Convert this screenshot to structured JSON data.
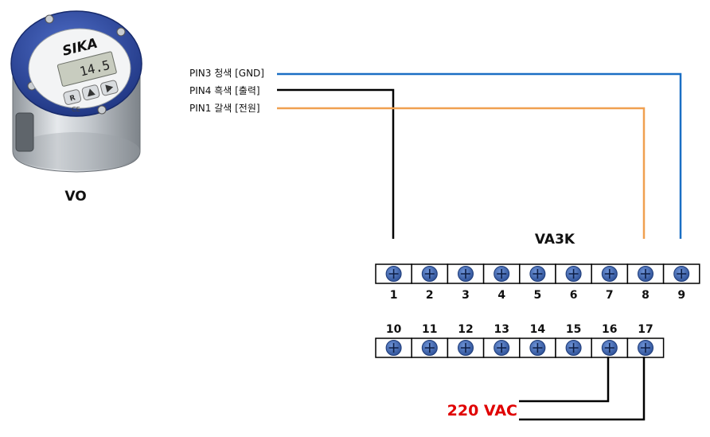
{
  "device": {
    "brand": "SIKA",
    "display_value": "14.5",
    "button_r": "R",
    "label": "VO"
  },
  "wires": {
    "pin3": "PIN3 청색 [GND]",
    "pin4": "PIN4 흑색 [출력]",
    "pin1": "PIN1 갈색 [전원]"
  },
  "terminal_block": {
    "label": "VA3K",
    "row1": [
      "1",
      "2",
      "3",
      "4",
      "5",
      "6",
      "7",
      "8",
      "9"
    ],
    "row2": [
      "10",
      "11",
      "12",
      "13",
      "14",
      "15",
      "16",
      "17"
    ]
  },
  "power": {
    "label": "220 VAC"
  },
  "colors": {
    "blue_wire": "#1a6fc4",
    "black_wire": "#000000",
    "brown_wire": "#f0a050",
    "power_text": "#e00000",
    "screw": "#3a64a8",
    "device_ring": "#2d4aa0"
  }
}
